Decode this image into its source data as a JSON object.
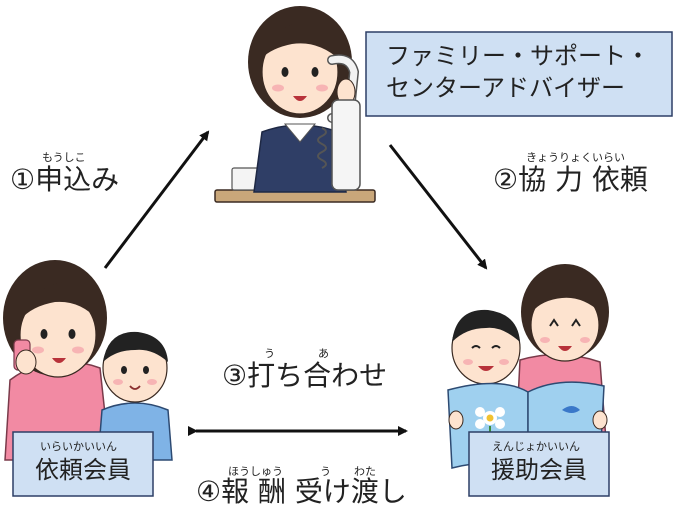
{
  "advisor": {
    "line1": "ファミリー・サポート・",
    "line2": "センターアドバイザー"
  },
  "requester": {
    "label": "依頼会員",
    "ruby": "いらいかいいん"
  },
  "helper": {
    "label": "援助会員",
    "ruby": "えんじょかいいん"
  },
  "steps": {
    "s1": {
      "text": "①申込み",
      "ruby": "もうしこ"
    },
    "s2": {
      "text": "②協 力 依頼",
      "ruby": "きょうりょくいらい"
    },
    "s3": {
      "text": "③打ち合わせ",
      "ruby_a": "う",
      "ruby_b": "あ"
    },
    "s4": {
      "text": "④報 酬 受け渡し",
      "ruby_a": "ほうしゅう",
      "ruby_b": "う",
      "ruby_c": "わた"
    }
  },
  "colors": {
    "box_fill": "#cfe0f3",
    "box_border": "#2d3f66",
    "arrow": "#111111",
    "skin": "#fde3cf",
    "hair": "#3a2a22",
    "uniform": "#2f3e66",
    "pink": "#f28aa3",
    "blue_shirt": "#7fb3e6",
    "book": "#9fd0ef"
  }
}
